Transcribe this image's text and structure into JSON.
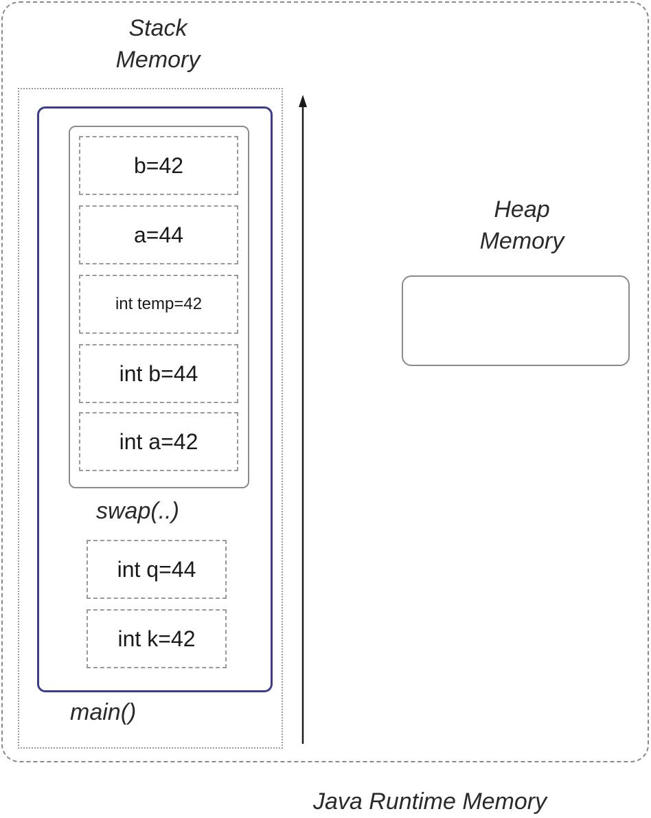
{
  "stack": {
    "title_line1": "Stack",
    "title_line2": "Memory",
    "swap_frame": {
      "label": "swap(..)",
      "variables": [
        "b=42",
        "a=44",
        "int temp=42",
        "int b=44",
        "int a=42"
      ]
    },
    "main_frame": {
      "label": "main()",
      "variables": [
        "int q=44",
        "int k=42"
      ]
    }
  },
  "heap": {
    "title_line1": "Heap",
    "title_line2": "Memory"
  },
  "runtime_label": "Java Runtime Memory",
  "colors": {
    "main_frame_border": "#3b3b8f",
    "frame_border": "#8a8a8a",
    "text": "#1a1a1a"
  }
}
